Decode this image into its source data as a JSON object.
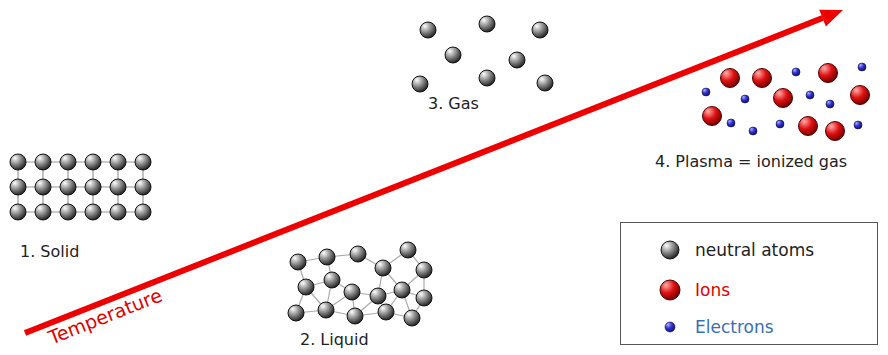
{
  "diagram": {
    "labels": [
      "1. Solid",
      "2. Liquid",
      "3. Gas",
      "4. Plasma = ionized gas",
      "Temperature"
    ],
    "legend": [
      {
        "text": "neutral atoms"
      },
      {
        "text": "Ions"
      },
      {
        "text": "Electrons"
      }
    ]
  }
}
